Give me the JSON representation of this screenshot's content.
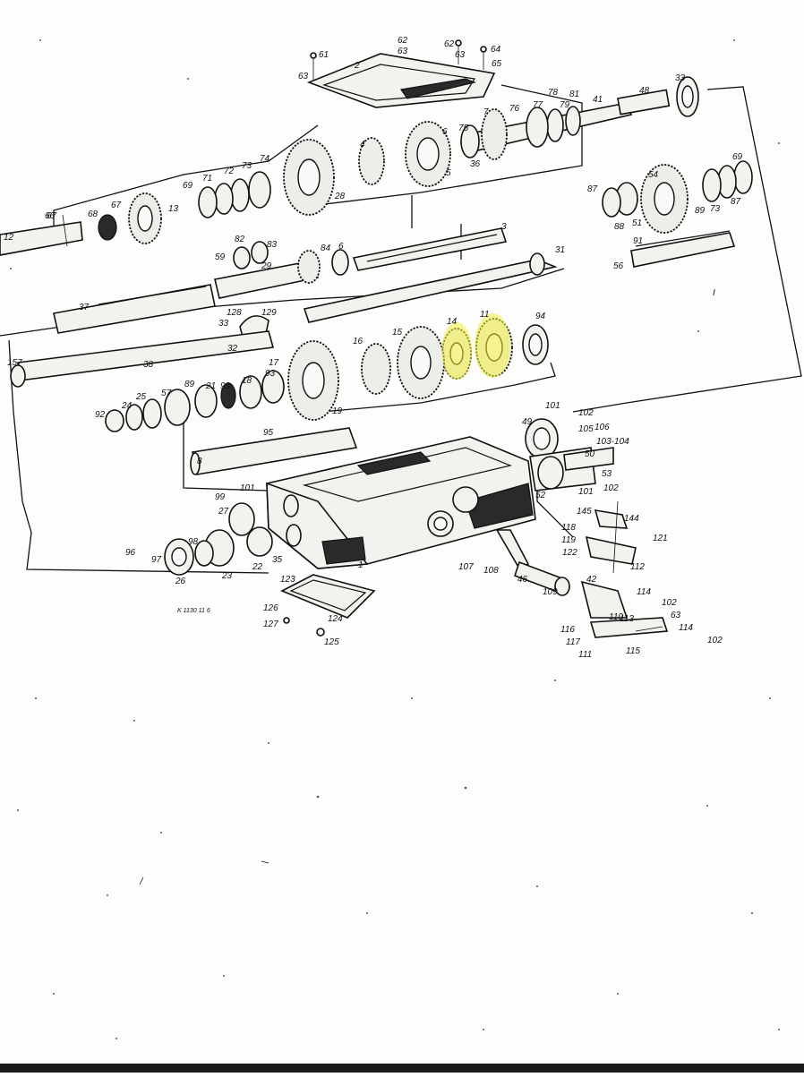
{
  "drawing_code": "K 1130 11 6",
  "assembly_mark": "I",
  "highlight_color": "#f2ef3a",
  "highlighted_parts": [
    "14",
    "11"
  ],
  "callouts": [
    {
      "label": "61"
    },
    {
      "label": "62"
    },
    {
      "label": "63"
    },
    {
      "label": "62"
    },
    {
      "label": "63"
    },
    {
      "label": "64"
    },
    {
      "label": "65"
    },
    {
      "label": "63"
    },
    {
      "label": "2"
    },
    {
      "label": "33"
    },
    {
      "label": "48"
    },
    {
      "label": "41"
    },
    {
      "label": "81"
    },
    {
      "label": "78"
    },
    {
      "label": "79"
    },
    {
      "label": "77"
    },
    {
      "label": "76"
    },
    {
      "label": "7"
    },
    {
      "label": "75"
    },
    {
      "label": "6"
    },
    {
      "label": "5"
    },
    {
      "label": "36"
    },
    {
      "label": "4"
    },
    {
      "label": "28"
    },
    {
      "label": "69"
    },
    {
      "label": "71"
    },
    {
      "label": "72"
    },
    {
      "label": "73"
    },
    {
      "label": "74"
    },
    {
      "label": "13"
    },
    {
      "label": "67"
    },
    {
      "label": "68"
    },
    {
      "label": "67"
    },
    {
      "label": "66"
    },
    {
      "label": "12"
    },
    {
      "label": "69"
    },
    {
      "label": "54"
    },
    {
      "label": "87"
    },
    {
      "label": "88"
    },
    {
      "label": "51"
    },
    {
      "label": "89"
    },
    {
      "label": "73"
    },
    {
      "label": "87"
    },
    {
      "label": "91"
    },
    {
      "label": "56"
    },
    {
      "label": "82"
    },
    {
      "label": "83"
    },
    {
      "label": "59"
    },
    {
      "label": "29"
    },
    {
      "label": "84"
    },
    {
      "label": "6"
    },
    {
      "label": "3"
    },
    {
      "label": "31"
    },
    {
      "label": "37"
    },
    {
      "label": "128"
    },
    {
      "label": "129"
    },
    {
      "label": "33"
    },
    {
      "label": "32"
    },
    {
      "label": "14"
    },
    {
      "label": "11"
    },
    {
      "label": "94"
    },
    {
      "label": "15"
    },
    {
      "label": "16"
    },
    {
      "label": "17"
    },
    {
      "label": "19"
    },
    {
      "label": "157"
    },
    {
      "label": "38"
    },
    {
      "label": "93"
    },
    {
      "label": "18"
    },
    {
      "label": "93"
    },
    {
      "label": "21"
    },
    {
      "label": "89"
    },
    {
      "label": "57"
    },
    {
      "label": "25"
    },
    {
      "label": "24"
    },
    {
      "label": "92"
    },
    {
      "label": "101"
    },
    {
      "label": "102"
    },
    {
      "label": "49"
    },
    {
      "label": "105"
    },
    {
      "label": "106"
    },
    {
      "label": "103-104"
    },
    {
      "label": "50"
    },
    {
      "label": "53"
    },
    {
      "label": "52"
    },
    {
      "label": "101"
    },
    {
      "label": "102"
    },
    {
      "label": "95"
    },
    {
      "label": "8"
    },
    {
      "label": "99"
    },
    {
      "label": "101"
    },
    {
      "label": "27"
    },
    {
      "label": "96"
    },
    {
      "label": "97"
    },
    {
      "label": "98"
    },
    {
      "label": "26"
    },
    {
      "label": "23"
    },
    {
      "label": "22"
    },
    {
      "label": "35"
    },
    {
      "label": "1"
    },
    {
      "label": "123"
    },
    {
      "label": "126"
    },
    {
      "label": "127"
    },
    {
      "label": "124"
    },
    {
      "label": "125"
    },
    {
      "label": "107"
    },
    {
      "label": "108"
    },
    {
      "label": "46"
    },
    {
      "label": "109"
    },
    {
      "label": "145"
    },
    {
      "label": "144"
    },
    {
      "label": "118"
    },
    {
      "label": "119"
    },
    {
      "label": "121"
    },
    {
      "label": "122"
    },
    {
      "label": "112"
    },
    {
      "label": "42"
    },
    {
      "label": "114"
    },
    {
      "label": "102"
    },
    {
      "label": "110"
    },
    {
      "label": "63"
    },
    {
      "label": "116"
    },
    {
      "label": "117"
    },
    {
      "label": "113"
    },
    {
      "label": "111"
    },
    {
      "label": "115"
    },
    {
      "label": "114"
    },
    {
      "label": "102"
    }
  ]
}
